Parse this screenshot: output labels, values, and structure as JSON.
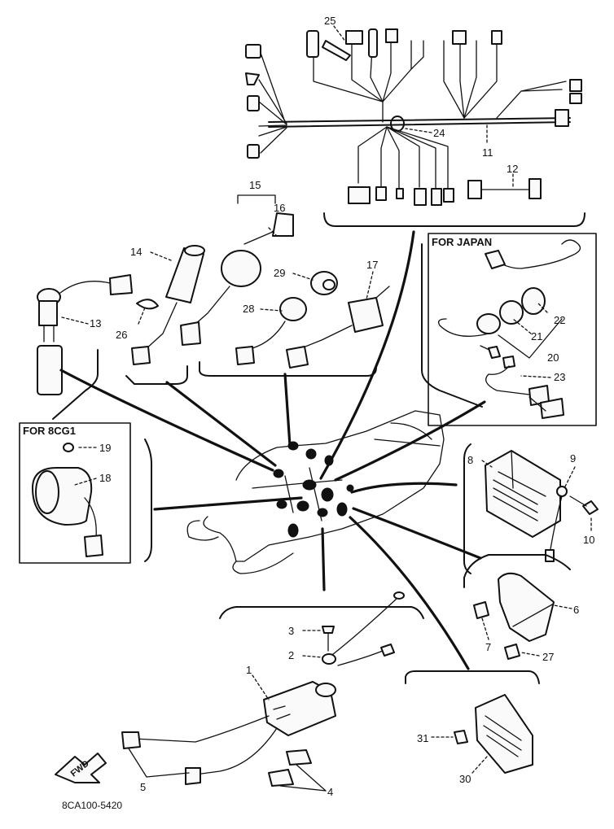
{
  "diagram": {
    "sections": {
      "for_japan": "FOR JAPAN",
      "for_8cg1": "FOR 8CG1"
    },
    "part_code": "8CA100-5420",
    "front_arrow": "FWD",
    "callouts": {
      "c1": "1",
      "c2": "2",
      "c3": "3",
      "c4": "4",
      "c5": "5",
      "c6": "6",
      "c7": "7",
      "c8": "8",
      "c9": "9",
      "c10": "10",
      "c11": "11",
      "c12": "12",
      "c13": "13",
      "c14": "14",
      "c15": "15",
      "c16": "16",
      "c17": "17",
      "c18": "18",
      "c19": "19",
      "c20": "20",
      "c21": "21",
      "c22": "22",
      "c23": "23",
      "c24": "24",
      "c25": "25",
      "c26": "26",
      "c27": "27",
      "c28": "28",
      "c29": "29",
      "c30": "30",
      "c31": "31"
    }
  }
}
